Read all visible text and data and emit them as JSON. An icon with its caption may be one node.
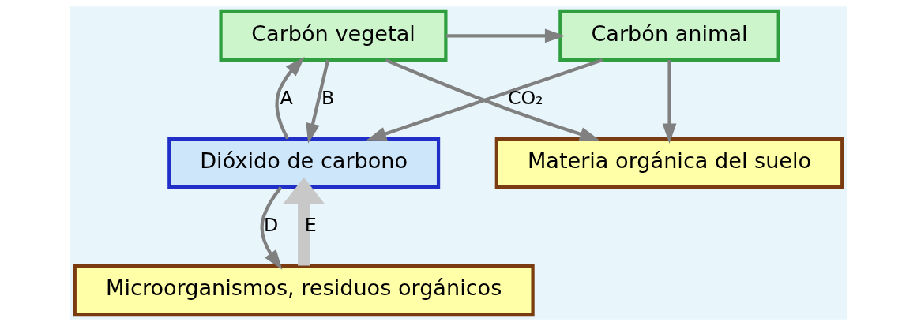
{
  "diagram": {
    "nodes": [
      {
        "text": [
          "Carbón vegetal"
        ]
      },
      {
        "text": [
          "Carbón animal"
        ]
      },
      {
        "text": [
          "Materia orgánica del suelo"
        ]
      },
      {
        "text": [
          "Microorganismos, residuos orgánicos"
        ]
      },
      {
        "text": [
          "Dióxido de carbono"
        ]
      }
    ],
    "edges": [
      {
        "from": 0,
        "to": 1,
        "arrow": "to"
      },
      {
        "from": 0,
        "to": 2,
        "arrow": "to"
      },
      {
        "from": 1,
        "to": 2,
        "arrow": "to"
      },
      {
        "from": 4,
        "to": 0,
        "arrow": "to",
        "label": "A"
      },
      {
        "from": 0,
        "to": 4,
        "arrow": "to",
        "label": "B"
      },
      {
        "from": 1,
        "to": 4,
        "arrow": "to",
        "label": "CO₂"
      },
      {
        "from": 4,
        "to": 3,
        "arrow": "to",
        "label": "D"
      },
      {
        "from": 3,
        "to": 4,
        "arrow": "to",
        "label": "E",
        "style": "thick",
        "color": "#c8c8c8"
      }
    ]
  }
}
